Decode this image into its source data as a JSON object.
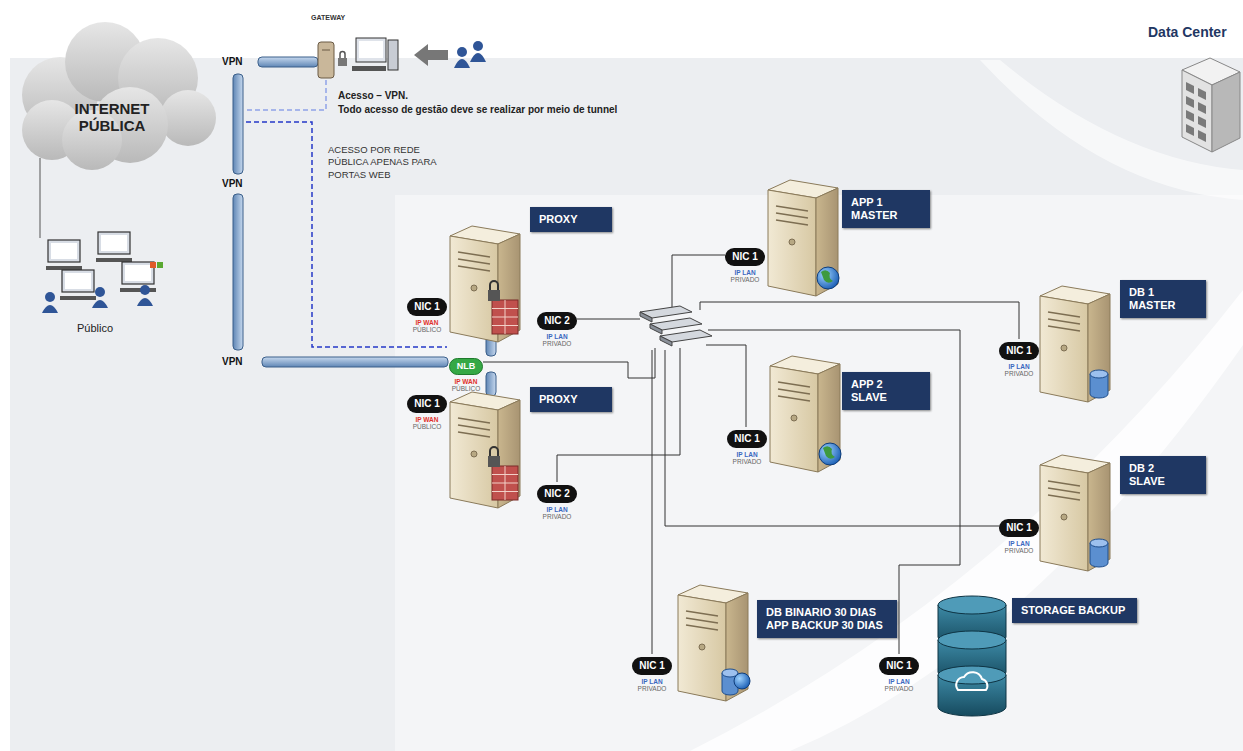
{
  "diagram": {
    "nodes": [
      {
        "text": [
          "PROXY"
        ]
      },
      {
        "text": [
          "NIC 1",
          "IP WAN",
          "PÚBLICO"
        ]
      },
      {
        "text": [
          "NIC 2",
          "IP LAN",
          "PRIVADO"
        ]
      },
      {
        "text": [
          "NLB",
          "IP WAN",
          "PÚBLICO"
        ]
      },
      {
        "text": [
          "PROXY"
        ]
      },
      {
        "text": [
          "NIC 1",
          "IP WAN",
          "PÚBLICO"
        ]
      },
      {
        "text": [
          "NIC 2",
          "IP LAN",
          "PRIVADO"
        ]
      },
      {
        "text": [
          "APP 1 MASTER"
        ]
      },
      {
        "text": [
          "NIC 1",
          "IP LAN",
          "PRIVADO"
        ]
      },
      {
        "text": [
          "APP 2 SLAVE"
        ]
      },
      {
        "text": [
          "NIC 1",
          "IP LAN",
          "PRIVADO"
        ]
      },
      {
        "text": [
          "DB 1 MASTER"
        ]
      },
      {
        "text": [
          "NIC 1",
          "IP LAN",
          "PRIVADO"
        ]
      },
      {
        "text": [
          "DB 2 SLAVE"
        ]
      },
      {
        "text": [
          "NIC 1",
          "IP LAN",
          "PRIVADO"
        ]
      },
      {
        "text": [
          "DB BINARIO 30 DIAS",
          "APP BACKUP 30 DIAS"
        ]
      },
      {
        "text": [
          "NIC 1",
          "IP LAN",
          "PRIVADO"
        ]
      },
      {
        "text": [
          "STORAGE BACKUP"
        ]
      },
      {
        "text": [
          "NIC 1",
          "IP LAN",
          "PRIVADO"
        ]
      }
    ],
    "labels": [
      "Data Center",
      "INTERNET PÚBLICA",
      "Público",
      "VPN",
      "VPN",
      "VPN",
      "GATEWAY",
      "Acesso – VPN.",
      "Todo acesso de gestão deve se realizar por meio de tunnel",
      "ACESSO POR REDE PÚBLICA APENAS PARA PORTAS WEB"
    ]
  }
}
